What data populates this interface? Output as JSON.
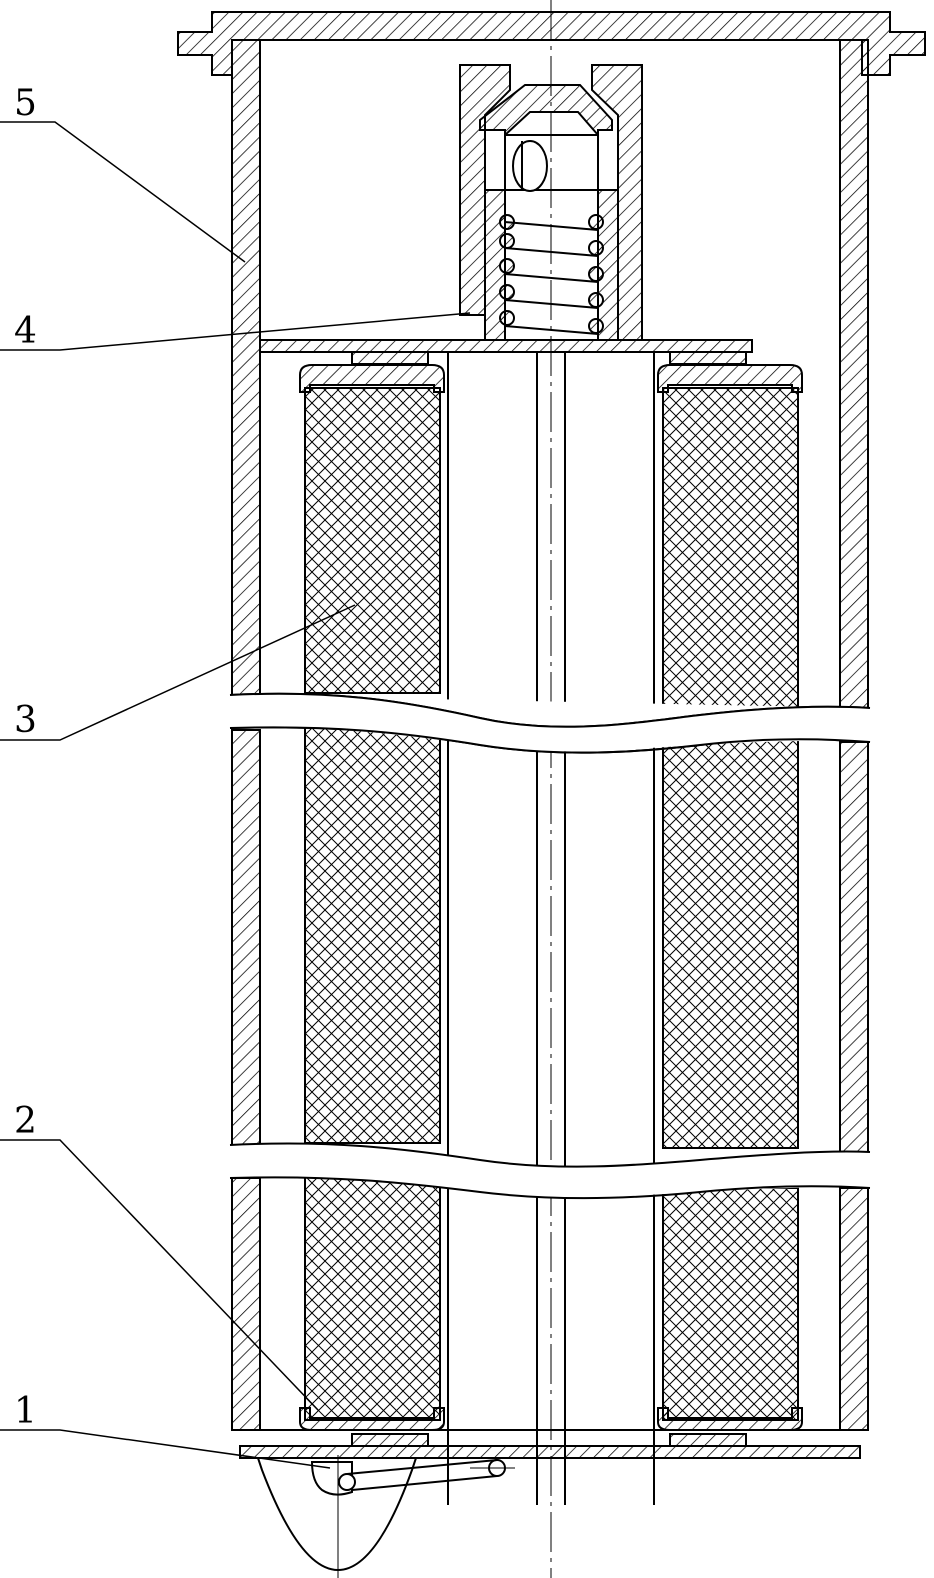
{
  "diagram": {
    "callouts": [
      {
        "id": "callout-5",
        "label": "5"
      },
      {
        "id": "callout-4",
        "label": "4"
      },
      {
        "id": "callout-3",
        "label": "3"
      },
      {
        "id": "callout-2",
        "label": "2"
      },
      {
        "id": "callout-1",
        "label": "1"
      }
    ]
  },
  "colors": {
    "line": "#000000",
    "background": "#ffffff"
  }
}
